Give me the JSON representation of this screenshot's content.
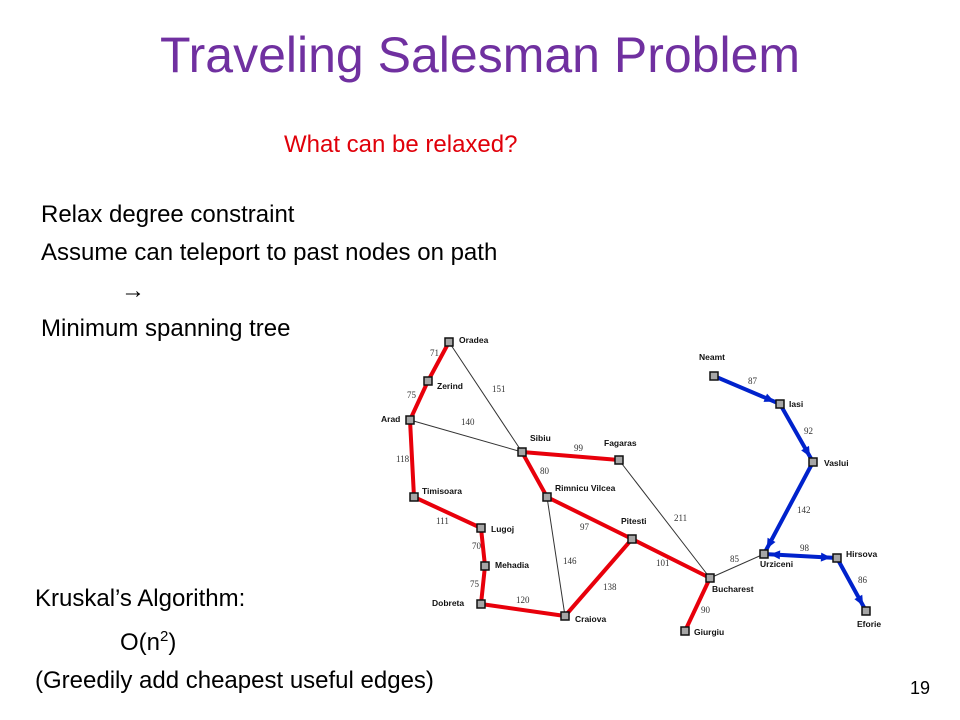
{
  "slide": {
    "title": "Traveling Salesman Problem",
    "question": "What can be relaxed?",
    "bullets": {
      "line1": "Relax degree constraint",
      "line2": "Assume can teleport to past nodes on path",
      "arrow": "→",
      "line3": "Minimum spanning tree"
    },
    "kruskal": {
      "line1": "Kruskal’s Algorithm:",
      "complexity_base": "O(n",
      "complexity_exp": "2",
      "complexity_close": ")",
      "line3": "(Greedily add cheapest useful edges)"
    },
    "page_number": "19"
  },
  "map": {
    "colors": {
      "red": "#e8000b",
      "blue": "#0022cc",
      "gray": "#333333",
      "node_fill": "#a6a6a6"
    },
    "cities": {
      "Oradea": "Oradea",
      "Zerind": "Zerind",
      "Arad": "Arad",
      "Timisoara": "Timisoara",
      "Lugoj": "Lugoj",
      "Mehadia": "Mehadia",
      "Dobreta": "Dobreta",
      "Craiova": "Craiova",
      "Sibiu": "Sibiu",
      "Fagaras": "Fagaras",
      "Rimnicu": "Rimnicu Vilcea",
      "Pitesti": "Pitesti",
      "Bucharest": "Bucharest",
      "Giurgiu": "Giurgiu",
      "Urziceni": "Urziceni",
      "Hirsova": "Hirsova",
      "Eforie": "Eforie",
      "Vaslui": "Vaslui",
      "Iasi": "Iasi",
      "Neamt": "Neamt"
    },
    "edges": [
      {
        "a": "Oradea",
        "b": "Zerind",
        "w": "71",
        "color": "red"
      },
      {
        "a": "Zerind",
        "b": "Arad",
        "w": "75",
        "color": "red"
      },
      {
        "a": "Arad",
        "b": "Timisoara",
        "w": "118",
        "color": "red"
      },
      {
        "a": "Timisoara",
        "b": "Lugoj",
        "w": "111",
        "color": "red"
      },
      {
        "a": "Lugoj",
        "b": "Mehadia",
        "w": "70",
        "color": "red"
      },
      {
        "a": "Mehadia",
        "b": "Dobreta",
        "w": "75",
        "color": "red"
      },
      {
        "a": "Dobreta",
        "b": "Craiova",
        "w": "120",
        "color": "red"
      },
      {
        "a": "Craiova",
        "b": "Pitesti",
        "w": "138",
        "color": "red"
      },
      {
        "a": "Sibiu",
        "b": "Fagaras",
        "w": "99",
        "color": "red"
      },
      {
        "a": "Sibiu",
        "b": "Rimnicu",
        "w": "80",
        "color": "red"
      },
      {
        "a": "Rimnicu",
        "b": "Pitesti",
        "w": "97",
        "color": "red"
      },
      {
        "a": "Pitesti",
        "b": "Bucharest",
        "w": "101",
        "color": "red"
      },
      {
        "a": "Bucharest",
        "b": "Giurgiu",
        "w": "90",
        "color": "red"
      },
      {
        "a": "Neamt",
        "b": "Iasi",
        "w": "87",
        "color": "blue"
      },
      {
        "a": "Iasi",
        "b": "Vaslui",
        "w": "92",
        "color": "blue"
      },
      {
        "a": "Vaslui",
        "b": "Urziceni",
        "w": "142",
        "color": "blue"
      },
      {
        "a": "Urziceni",
        "b": "Hirsova",
        "w": "98",
        "color": "blue"
      },
      {
        "a": "Hirsova",
        "b": "Eforie",
        "w": "86",
        "color": "blue"
      },
      {
        "a": "Oradea",
        "b": "Sibiu",
        "w": "151",
        "color": "gray"
      },
      {
        "a": "Arad",
        "b": "Sibiu",
        "w": "140",
        "color": "gray"
      },
      {
        "a": "Rimnicu",
        "b": "Craiova",
        "w": "146",
        "color": "gray"
      },
      {
        "a": "Fagaras",
        "b": "Bucharest",
        "w": "211",
        "color": "gray"
      },
      {
        "a": "Bucharest",
        "b": "Urziceni",
        "w": "85",
        "color": "gray"
      }
    ]
  }
}
